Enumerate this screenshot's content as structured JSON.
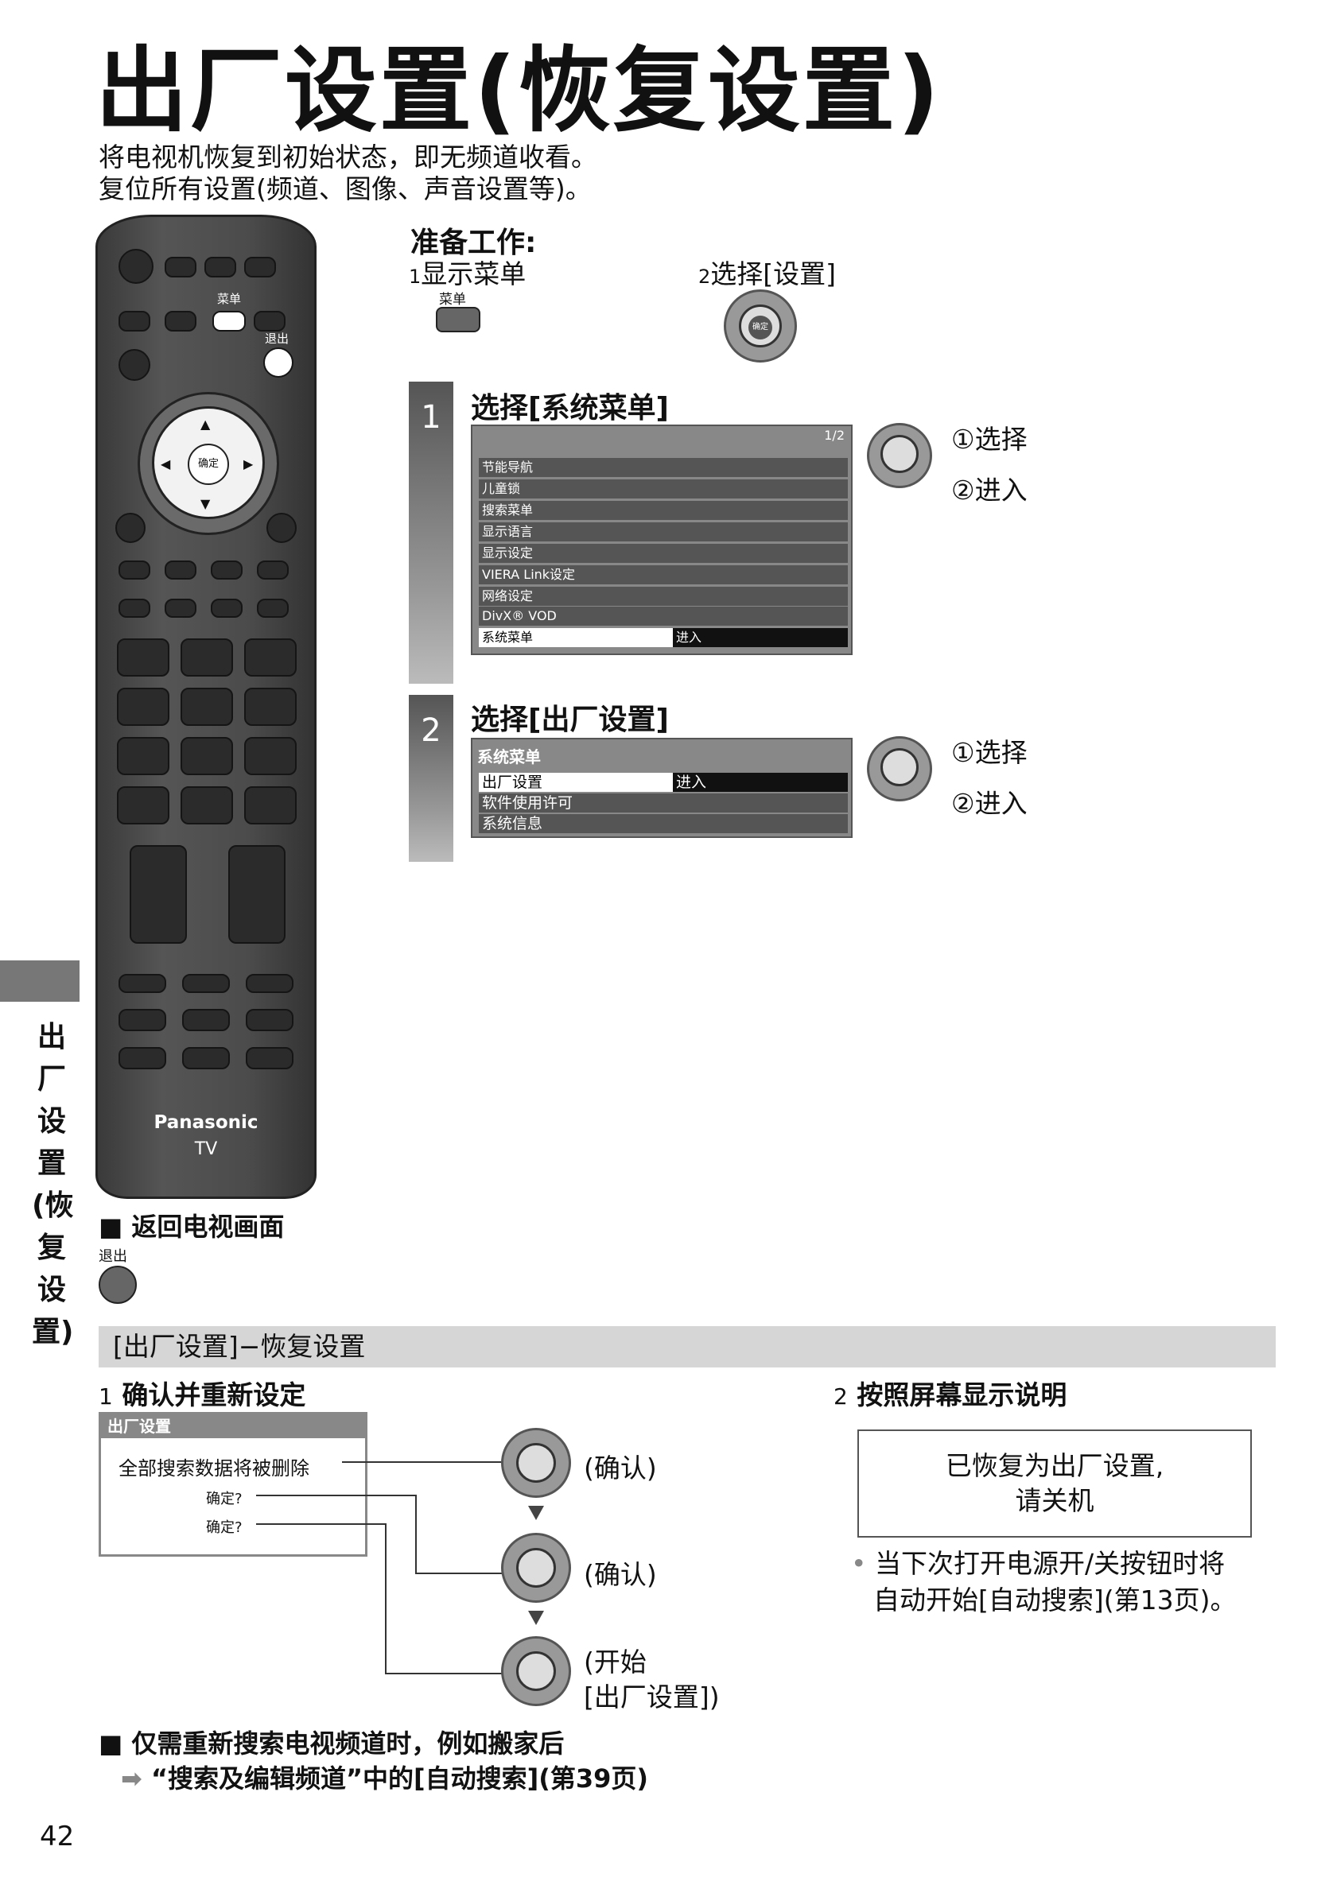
{
  "title": "出厂设置(恢复设置)",
  "intro": [
    "将电视机恢复到初始状态，即无频道收看。",
    "复位所有设置(频道、图像、声音设置等)。"
  ],
  "remote": {
    "menu_label": "菜单",
    "exit_label": "退出",
    "ok_label": "确定",
    "brand": "Panasonic",
    "tv": "TV"
  },
  "prep": {
    "heading": "准备工作:",
    "step1": "显示菜单",
    "step1_num": "1",
    "step2": "选择[设置]",
    "step2_num": "2",
    "menu_key": "菜单",
    "ok": "确定"
  },
  "step1": {
    "num": "1",
    "title": "选择[系统菜单]",
    "page": "1/2",
    "items": [
      "节能导航",
      "儿童锁",
      "搜索菜单",
      "显示语言",
      "显示设定",
      "VIERA Link设定",
      "网络设定",
      "DivX® VOD",
      "系统菜单"
    ],
    "selected_value": "进入",
    "sel1": "①选择",
    "sel2": "②进入"
  },
  "step2": {
    "num": "2",
    "title": "选择[出厂设置]",
    "menu_title": "系统菜单",
    "items": [
      "出厂设置",
      "软件使用许可",
      "系统信息"
    ],
    "selected_value": "进入",
    "sel1": "①选择",
    "sel2": "②进入"
  },
  "return_tv": {
    "heading": "■ 返回电视画面",
    "key": "退出"
  },
  "sidebar": {
    "text": [
      "出",
      "厂",
      "设",
      "置",
      "(恢",
      "复",
      "设",
      "置)"
    ]
  },
  "section": {
    "title": "[出厂设置]−恢复设置",
    "s1_num": "1",
    "s1": "确认并重新设定",
    "s2_num": "2",
    "s2": "按照屏幕显示说明",
    "dialog_title": "出厂设置",
    "dialog_msg": "全部搜索数据将被删除",
    "confirm1": "确定?",
    "confirm2": "确定?",
    "act1": "(确认)",
    "act2": "(确认)",
    "act3a": "(开始",
    "act3b": "[出厂设置])",
    "done1": "已恢复为出厂设置,",
    "done2": "请关机",
    "note1": "当下次打开电源开/关按钮时将",
    "note2": "自动开始[自动搜索](第13页)。"
  },
  "footer": {
    "line1": "■ 仅需重新搜索电视频道时，例如搬家后",
    "line2": "“搜索及编辑频道”中的[自动搜索](第39页)",
    "page": "42"
  }
}
